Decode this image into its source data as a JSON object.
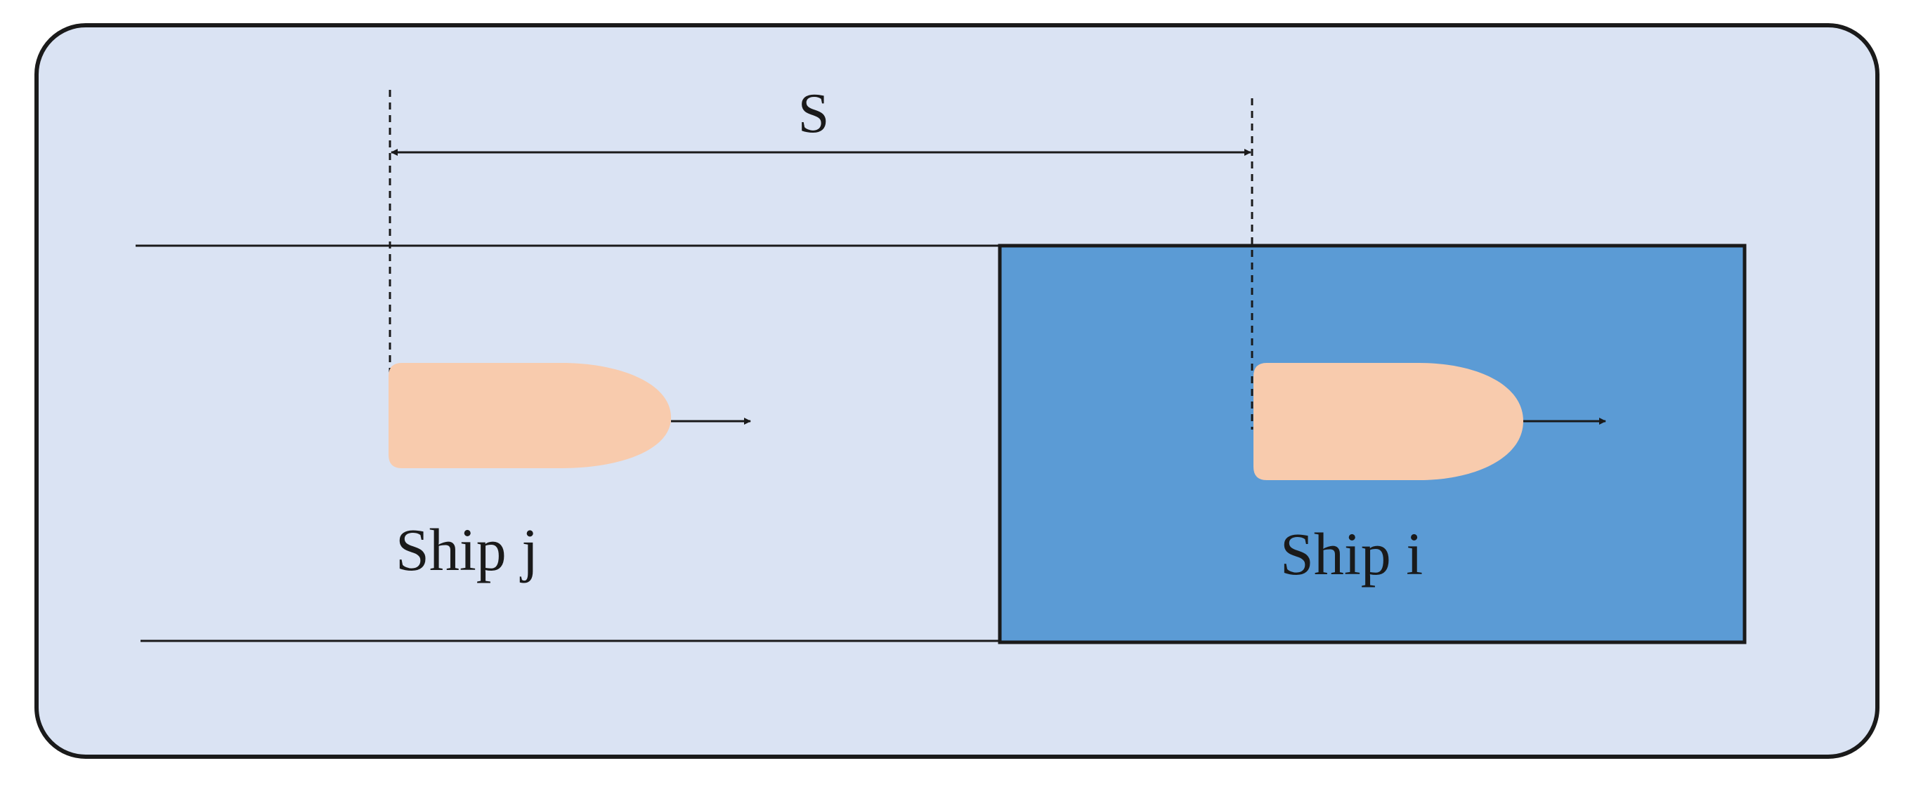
{
  "labels": {
    "distance": "S",
    "ship_j": "Ship j",
    "ship_i": "Ship i"
  },
  "colors": {
    "background": "#dae3f3",
    "frame_border": "#1a1a1a",
    "highlight_zone": "#5b9bd5",
    "ship_hull": "#f8cbad",
    "line": "#1a1a1a"
  }
}
